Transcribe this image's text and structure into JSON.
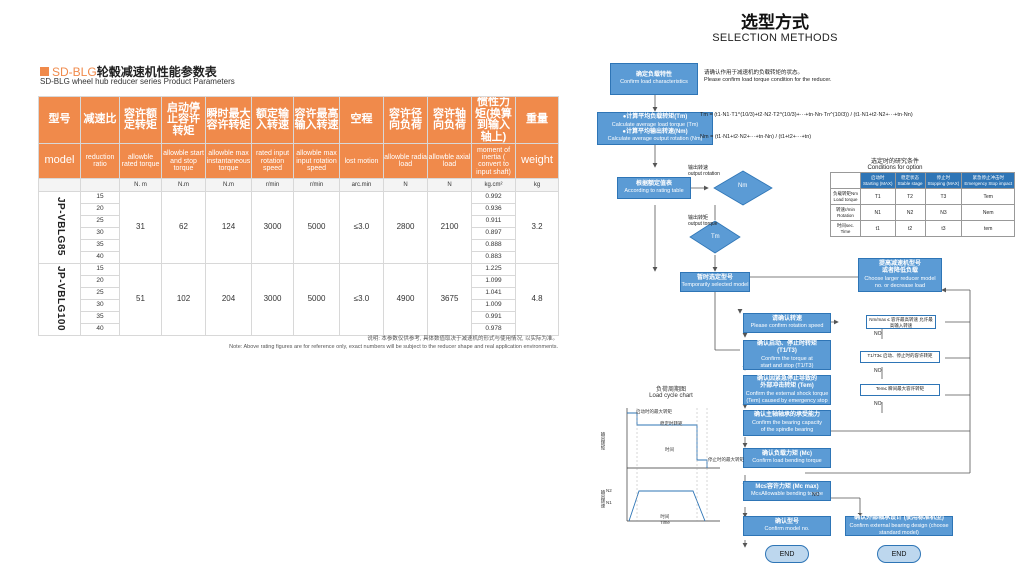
{
  "left": {
    "title_prefix": "SD-BLG",
    "title_rest": "轮毂减速机性能参数表",
    "subtitle": "SD-BLG wheel hub reducer series Product Parameters",
    "headers_cn": [
      "型号",
      "减速比",
      "容许额定转矩",
      "启动停止容许转矩",
      "瞬时最大容许转矩",
      "额定输入转速",
      "容许最高输入转速",
      "空程",
      "容许径向负荷",
      "容许轴向负荷",
      "惯性力矩(换算到输入轴上)",
      "重量"
    ],
    "headers_en": [
      "model",
      "reduction ratio",
      "allowble rated torque",
      "allowble start and stop torque",
      "allowble max instantaneous torque",
      "rated input rotation speed",
      "allowble max input rotation speed",
      "lost motion",
      "allowble radia load",
      "allowble axial load",
      "moment of inertia ( convert to input shaft)",
      "weight"
    ],
    "units": [
      "",
      "",
      "N. m",
      "N.m",
      "N.m",
      "r/min",
      "r/min",
      "arc.min",
      "N",
      "N",
      "kg.cm²",
      "kg"
    ],
    "groups": [
      {
        "model": "JP-VBLG85",
        "ratios": [
          "15",
          "20",
          "25",
          "30",
          "35",
          "40"
        ],
        "rated": "31",
        "startstop": "62",
        "instant": "124",
        "rated_speed": "3000",
        "max_speed": "5000",
        "lost": "≤3.0",
        "radial": "2800",
        "axial": "2100",
        "inertia": [
          "0.992",
          "0.936",
          "0.911",
          "0.897",
          "0.888",
          "0.883"
        ],
        "weight": "3.2"
      },
      {
        "model": "JP-VBLG100",
        "ratios": [
          "15",
          "20",
          "25",
          "30",
          "35",
          "40"
        ],
        "rated": "51",
        "startstop": "102",
        "instant": "204",
        "rated_speed": "3000",
        "max_speed": "5000",
        "lost": "≤3.0",
        "radial": "4900",
        "axial": "3675",
        "inertia": [
          "1.225",
          "1.099",
          "1.041",
          "1.009",
          "0.991",
          "0.978"
        ],
        "weight": "4.8"
      }
    ],
    "note_cn": "说明: 本参数仅供参考, 具体数值取决于减速机的形式与使用情况, 以实际为准。",
    "note_en": "Note:  Above rating figures are for reference only, exact numbers will be subject to the reducer shape and real application environments."
  },
  "right": {
    "title": "选型方式",
    "title_en": "SELECTION METHODS",
    "boxes": {
      "load": [
        "确定负载特性",
        "Confirm load characteristics"
      ],
      "avg": [
        "●计算平均负载转矩(Tm)",
        "Calculate average load torque (Tm)",
        "●计算平均输出转速(Nm)",
        "Calculate average output rotation (Nm)"
      ],
      "rating": [
        "根据额定值表",
        "According to rating table"
      ],
      "temp": [
        "暂时选定型号",
        "Temporarily selected model"
      ],
      "speed": [
        "请确认转速",
        "Please confirm rotation speed"
      ],
      "startstop": [
        "确认启动、停止时转矩",
        "(T1/T3)",
        "Confirm the torque at",
        "start and stop (T1/T3)"
      ],
      "shock": [
        "确认因紧急停止导致的",
        "外部冲击转矩 (Tem)",
        "Confirm the external shock torque",
        "(Tem) caused by emergency stop"
      ],
      "bearing": [
        "确认主轴轴承的承受能力",
        "Confirm the bearing capacity",
        "of the spindle bearing"
      ],
      "mc": [
        "确认负载力矩 (Mc)",
        "Confirm load bending torque"
      ],
      "mcmax": [
        "Mc≤容许力矩 (Mc max)",
        "Mc≤Allowable bending torque"
      ],
      "confirm": [
        "确认型号",
        "Confirm model no."
      ],
      "external": [
        "确认外部轴承设计 (使用标准机型)",
        "Confirm external bearing design (choose standard model)"
      ],
      "larger": [
        "提高减速机型号",
        "或者降低负载",
        "Choose larger reducer model",
        "no. or decrease load"
      ]
    },
    "side_load": [
      "请确认作用于减速机的负载转矩的状态。",
      "Please confirm load torque condition for the reducer."
    ],
    "formula_tm": "Tm = (t1·N1·T1^(10/3)+t2·N2·T2^(10/3)+···+tn·Nn·Tn^(10/3)) / (t1·N1+t2·N2+···+tn·Nn)",
    "formula_nm": "Nm = (t1·N1+t2·N2+···+tn·Nn) / (t1+t2+···+tn)",
    "d1": [
      "Nm"
    ],
    "d2": [
      "Tm"
    ],
    "out_speed": [
      "输出转速",
      "output rotation"
    ],
    "out_torque": [
      "输出转矩",
      "output torque"
    ],
    "no": "NO",
    "end": "END",
    "cond_title": [
      "选定时的研究条件",
      "Conditions for option"
    ],
    "cond_head": [
      "",
      "启动时\nStarting (MAX)",
      "稳定状态\nStable stage",
      "停止时\nStopping (MAX)",
      "紧急停止冲击时\nEmergency Stop impact"
    ],
    "cond_rows": [
      [
        "负载转矩Nm\nLoad torque",
        "T1",
        "T2",
        "T3",
        "Tem"
      ],
      [
        "转速r/min\nRotation",
        "N1",
        "N2",
        "N3",
        "Nem"
      ],
      [
        "时间sec.\nTime",
        "t1",
        "t2",
        "t3",
        "tem"
      ]
    ],
    "checks": {
      "speed": [
        "Nm/max ≤ 容许最高转速",
        "允许最高输入转速"
      ],
      "t13": "T1/T3≤ 启动、停止时的容许转矩",
      "tem": "Tem≤ 瞬间最大容许转矩"
    },
    "lc_title": [
      "负荷周期图",
      "Load cycle chart"
    ],
    "lc_labels": {
      "t1": "启动时的最大转矩",
      "t2": "稳定时转矩",
      "t3": "停止时的最大转矩",
      "time": "时间",
      "time_en": "Time",
      "axis_torque": "输出转矩",
      "axis_speed": "输出转速",
      "n2": "N2",
      "n1": "N1"
    }
  }
}
